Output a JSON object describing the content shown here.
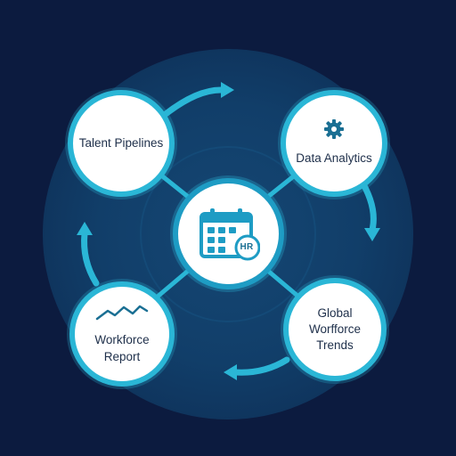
{
  "nodes": {
    "talent_pipelines": "Talent Pipelines",
    "data_analytics": "Data Analytics",
    "workforce_report": "Workforce\nReport",
    "global_workforce_trends": "Global\nWorfforce\nTrends",
    "center_badge": "HR"
  },
  "icons": {
    "center": "calendar-icon",
    "data_analytics": "gear-icon",
    "workforce_report": "trend-line-icon"
  },
  "colors": {
    "background": "#0c1b3f",
    "inner_circle": "#103a64",
    "ring": "#2ab6d6",
    "node_fill": "#ffffff",
    "text": "#1e2f4a"
  }
}
